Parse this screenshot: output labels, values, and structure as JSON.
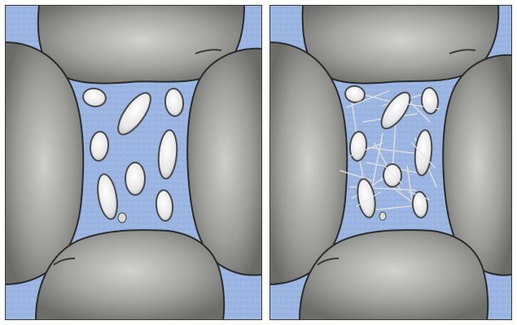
{
  "figure": {
    "panels": [
      {
        "id": "left",
        "particles": 9,
        "fibers": false
      },
      {
        "id": "right",
        "particles": 9,
        "fibers": true
      }
    ]
  },
  "colors": {
    "pore_fluid": "#9cb6e3",
    "pore_fluid_speckle": "#7f9bcc",
    "grain_light": "#c9c9c5",
    "grain_dark": "#6f6f6b",
    "grain_outline": "#2b2b2b",
    "particle_fill": "#f2f2f2",
    "particle_outline": "#4a4a4a",
    "fiber": "#d8d8d8",
    "panel_border": "#3a3a3a",
    "background": "#ffffff"
  }
}
